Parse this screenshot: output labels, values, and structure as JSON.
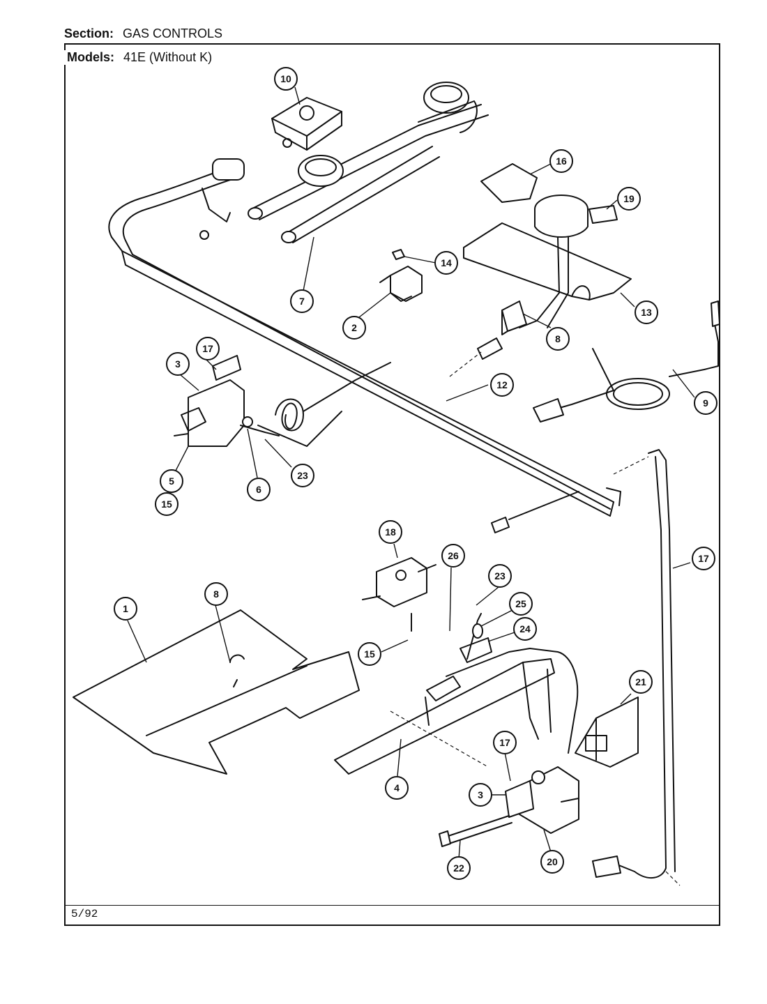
{
  "header": {
    "section_label": "Section:",
    "section_value": "GAS CONTROLS",
    "models_label": "Models:",
    "models_value": "41E (Without K)"
  },
  "footer": {
    "date": "5/92"
  },
  "callouts": [
    {
      "id": "c10",
      "label": "10"
    },
    {
      "id": "c16",
      "label": "16"
    },
    {
      "id": "c19",
      "label": "19"
    },
    {
      "id": "c14",
      "label": "14"
    },
    {
      "id": "c7",
      "label": "7"
    },
    {
      "id": "c2",
      "label": "2"
    },
    {
      "id": "c13",
      "label": "13"
    },
    {
      "id": "c8a",
      "label": "8"
    },
    {
      "id": "c17a",
      "label": "17"
    },
    {
      "id": "c3a",
      "label": "3"
    },
    {
      "id": "c12",
      "label": "12"
    },
    {
      "id": "c9",
      "label": "9"
    },
    {
      "id": "c23a",
      "label": "23"
    },
    {
      "id": "c6",
      "label": "6"
    },
    {
      "id": "c5",
      "label": "5"
    },
    {
      "id": "c15a",
      "label": "15"
    },
    {
      "id": "c18",
      "label": "18"
    },
    {
      "id": "c26",
      "label": "26"
    },
    {
      "id": "c23b",
      "label": "23"
    },
    {
      "id": "c17b",
      "label": "17"
    },
    {
      "id": "c8b",
      "label": "8"
    },
    {
      "id": "c1",
      "label": "1"
    },
    {
      "id": "c25",
      "label": "25"
    },
    {
      "id": "c24",
      "label": "24"
    },
    {
      "id": "c15b",
      "label": "15"
    },
    {
      "id": "c21",
      "label": "21"
    },
    {
      "id": "c17c",
      "label": "17"
    },
    {
      "id": "c4",
      "label": "4"
    },
    {
      "id": "c3b",
      "label": "3"
    },
    {
      "id": "c22",
      "label": "22"
    },
    {
      "id": "c20",
      "label": "20"
    }
  ]
}
